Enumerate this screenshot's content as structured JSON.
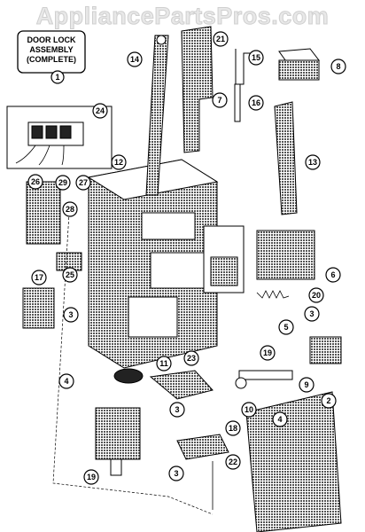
{
  "watermark": "AppliancePartsPros.com",
  "title": {
    "line1": "DOOR LOCK",
    "line2": "ASSEMBLY",
    "line3": "(COMPLETE)",
    "number": "1"
  },
  "callouts": [
    {
      "id": "c14",
      "label": "14"
    },
    {
      "id": "c21",
      "label": "21"
    },
    {
      "id": "c15",
      "label": "15"
    },
    {
      "id": "c8",
      "label": "8"
    },
    {
      "id": "c7",
      "label": "7"
    },
    {
      "id": "c16",
      "label": "16"
    },
    {
      "id": "c24",
      "label": "24"
    },
    {
      "id": "c13",
      "label": "13"
    },
    {
      "id": "c12",
      "label": "12"
    },
    {
      "id": "c26",
      "label": "26"
    },
    {
      "id": "c29",
      "label": "29"
    },
    {
      "id": "c27",
      "label": "27"
    },
    {
      "id": "c28",
      "label": "28"
    },
    {
      "id": "c25",
      "label": "25"
    },
    {
      "id": "c6",
      "label": "6"
    },
    {
      "id": "c20",
      "label": "20"
    },
    {
      "id": "c17",
      "label": "17"
    },
    {
      "id": "c3a",
      "label": "3"
    },
    {
      "id": "c3b",
      "label": "3"
    },
    {
      "id": "c5",
      "label": "5"
    },
    {
      "id": "c4a",
      "label": "4"
    },
    {
      "id": "c11",
      "label": "11"
    },
    {
      "id": "c23",
      "label": "23"
    },
    {
      "id": "c19a",
      "label": "19"
    },
    {
      "id": "c9",
      "label": "9"
    },
    {
      "id": "c10",
      "label": "10"
    },
    {
      "id": "c2",
      "label": "2"
    },
    {
      "id": "c3c",
      "label": "3"
    },
    {
      "id": "c4b",
      "label": "4"
    },
    {
      "id": "c18",
      "label": "18"
    },
    {
      "id": "c19b",
      "label": "19"
    },
    {
      "id": "c3d",
      "label": "3"
    },
    {
      "id": "c22",
      "label": "22"
    }
  ]
}
